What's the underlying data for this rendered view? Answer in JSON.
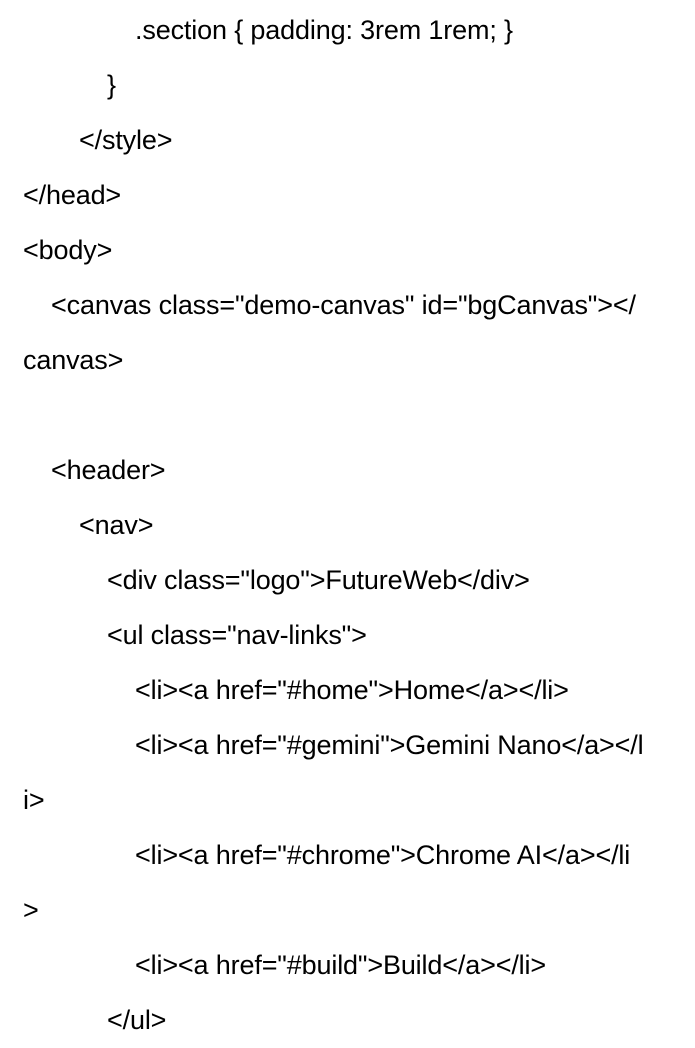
{
  "document": {
    "kind": "source-code-listing",
    "language": "html",
    "background_color": "#ffffff",
    "text_color": "#000000",
    "wrap_mode": "break-all",
    "lines": [
      {
        "indent": 4,
        "text": ".section { padding: 3rem 1rem; }"
      },
      {
        "indent": 3,
        "text": "}"
      },
      {
        "indent": 2,
        "text": "</style>"
      },
      {
        "indent": 0,
        "text": "</head>"
      },
      {
        "indent": 0,
        "text": "<body>"
      },
      {
        "indent": 1,
        "text": "<canvas class=\"demo-canvas\" id=\"bgCanvas\"></canvas>"
      },
      {
        "indent": 0,
        "text": ""
      },
      {
        "indent": 1,
        "text": "<header>"
      },
      {
        "indent": 2,
        "text": "<nav>"
      },
      {
        "indent": 3,
        "text": "<div class=\"logo\">FutureWeb</div>"
      },
      {
        "indent": 3,
        "text": "<ul class=\"nav-links\">"
      },
      {
        "indent": 4,
        "text": "<li><a href=\"#home\">Home</a></li>"
      },
      {
        "indent": 4,
        "text": "<li><a href=\"#gemini\">Gemini Nano</a></li>"
      },
      {
        "indent": 4,
        "text": "<li><a href=\"#chrome\">Chrome AI</a></li>"
      },
      {
        "indent": 4,
        "text": "<li><a href=\"#build\">Build</a></li>"
      },
      {
        "indent": 3,
        "text": "</ul>"
      }
    ]
  }
}
